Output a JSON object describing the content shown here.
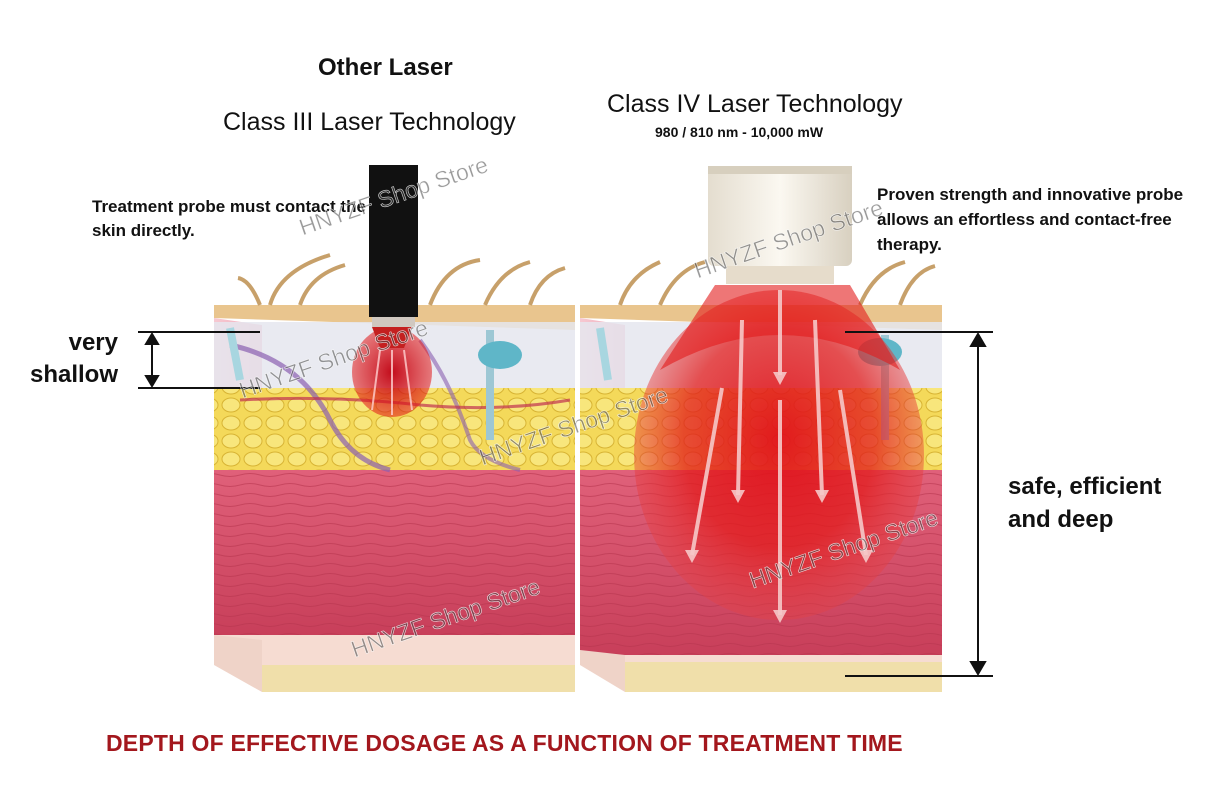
{
  "headings": {
    "other_laser": "Other Laser",
    "class3": "Class III Laser Technology",
    "class4": "Class IV Laser Technology",
    "class4_spec": "980 / 810 nm  -  10,000 mW"
  },
  "notes": {
    "left": "Treatment probe must contact the skin directly.",
    "right": "Proven strength and innovative probe allows an effortless and contact-free therapy."
  },
  "depth_labels": {
    "shallow": "very shallow",
    "deep": "safe, efficient and deep"
  },
  "caption": "DEPTH OF EFFECTIVE DOSAGE AS A FUNCTION OF TREATMENT TIME",
  "watermark": "HNYZF Shop Store",
  "colors": {
    "caption": "#a3171d",
    "laser_red": "#e21b1b",
    "muscle": "#d9506a",
    "fat": "#f3d44a",
    "epidermis": "#e8c690"
  }
}
